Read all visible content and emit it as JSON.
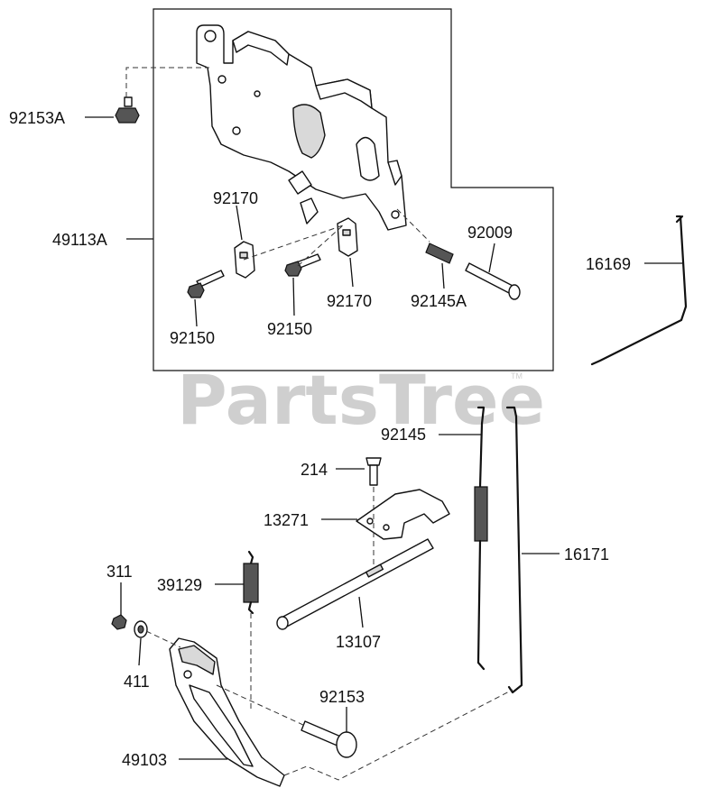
{
  "watermark": {
    "text": "PartsTree",
    "tm": "TM"
  },
  "labels": {
    "p92153A": "92153A",
    "p49113A": "49113A",
    "p92170a": "92170",
    "p92170b": "92170",
    "p92150a": "92150",
    "p92150b": "92150",
    "p92009": "92009",
    "p92145A": "92145A",
    "p16169": "16169",
    "p92145": "92145",
    "p214": "214",
    "p13271": "13271",
    "p16171": "16171",
    "p311": "311",
    "p39129": "39129",
    "p411": "411",
    "p13107": "13107",
    "p92153": "92153",
    "p49103": "49103"
  }
}
